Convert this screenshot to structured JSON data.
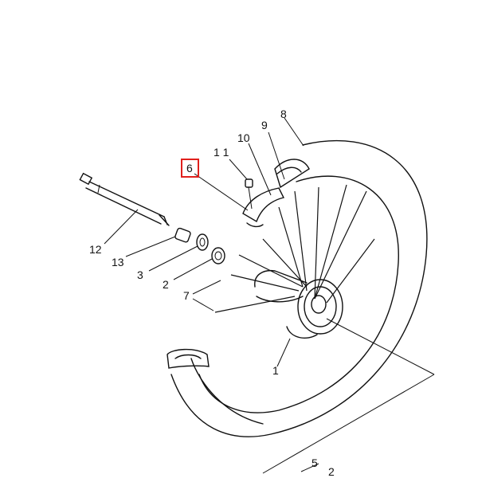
{
  "diagram": {
    "callouts": [
      {
        "id": "8",
        "text": "8"
      },
      {
        "id": "9",
        "text": "9"
      },
      {
        "id": "10",
        "text": "10"
      },
      {
        "id": "11",
        "text": "1 1"
      },
      {
        "id": "6",
        "text": "6"
      },
      {
        "id": "12",
        "text": "12"
      },
      {
        "id": "13",
        "text": "13"
      },
      {
        "id": "3",
        "text": "3"
      },
      {
        "id": "2a",
        "text": "2"
      },
      {
        "id": "7",
        "text": "7"
      },
      {
        "id": "1",
        "text": "1"
      },
      {
        "id": "5",
        "text": "5"
      },
      {
        "id": "2b",
        "text": "2"
      }
    ],
    "highlight": {
      "target": "6",
      "color": "#e0201c"
    },
    "line_color": "#111111"
  }
}
